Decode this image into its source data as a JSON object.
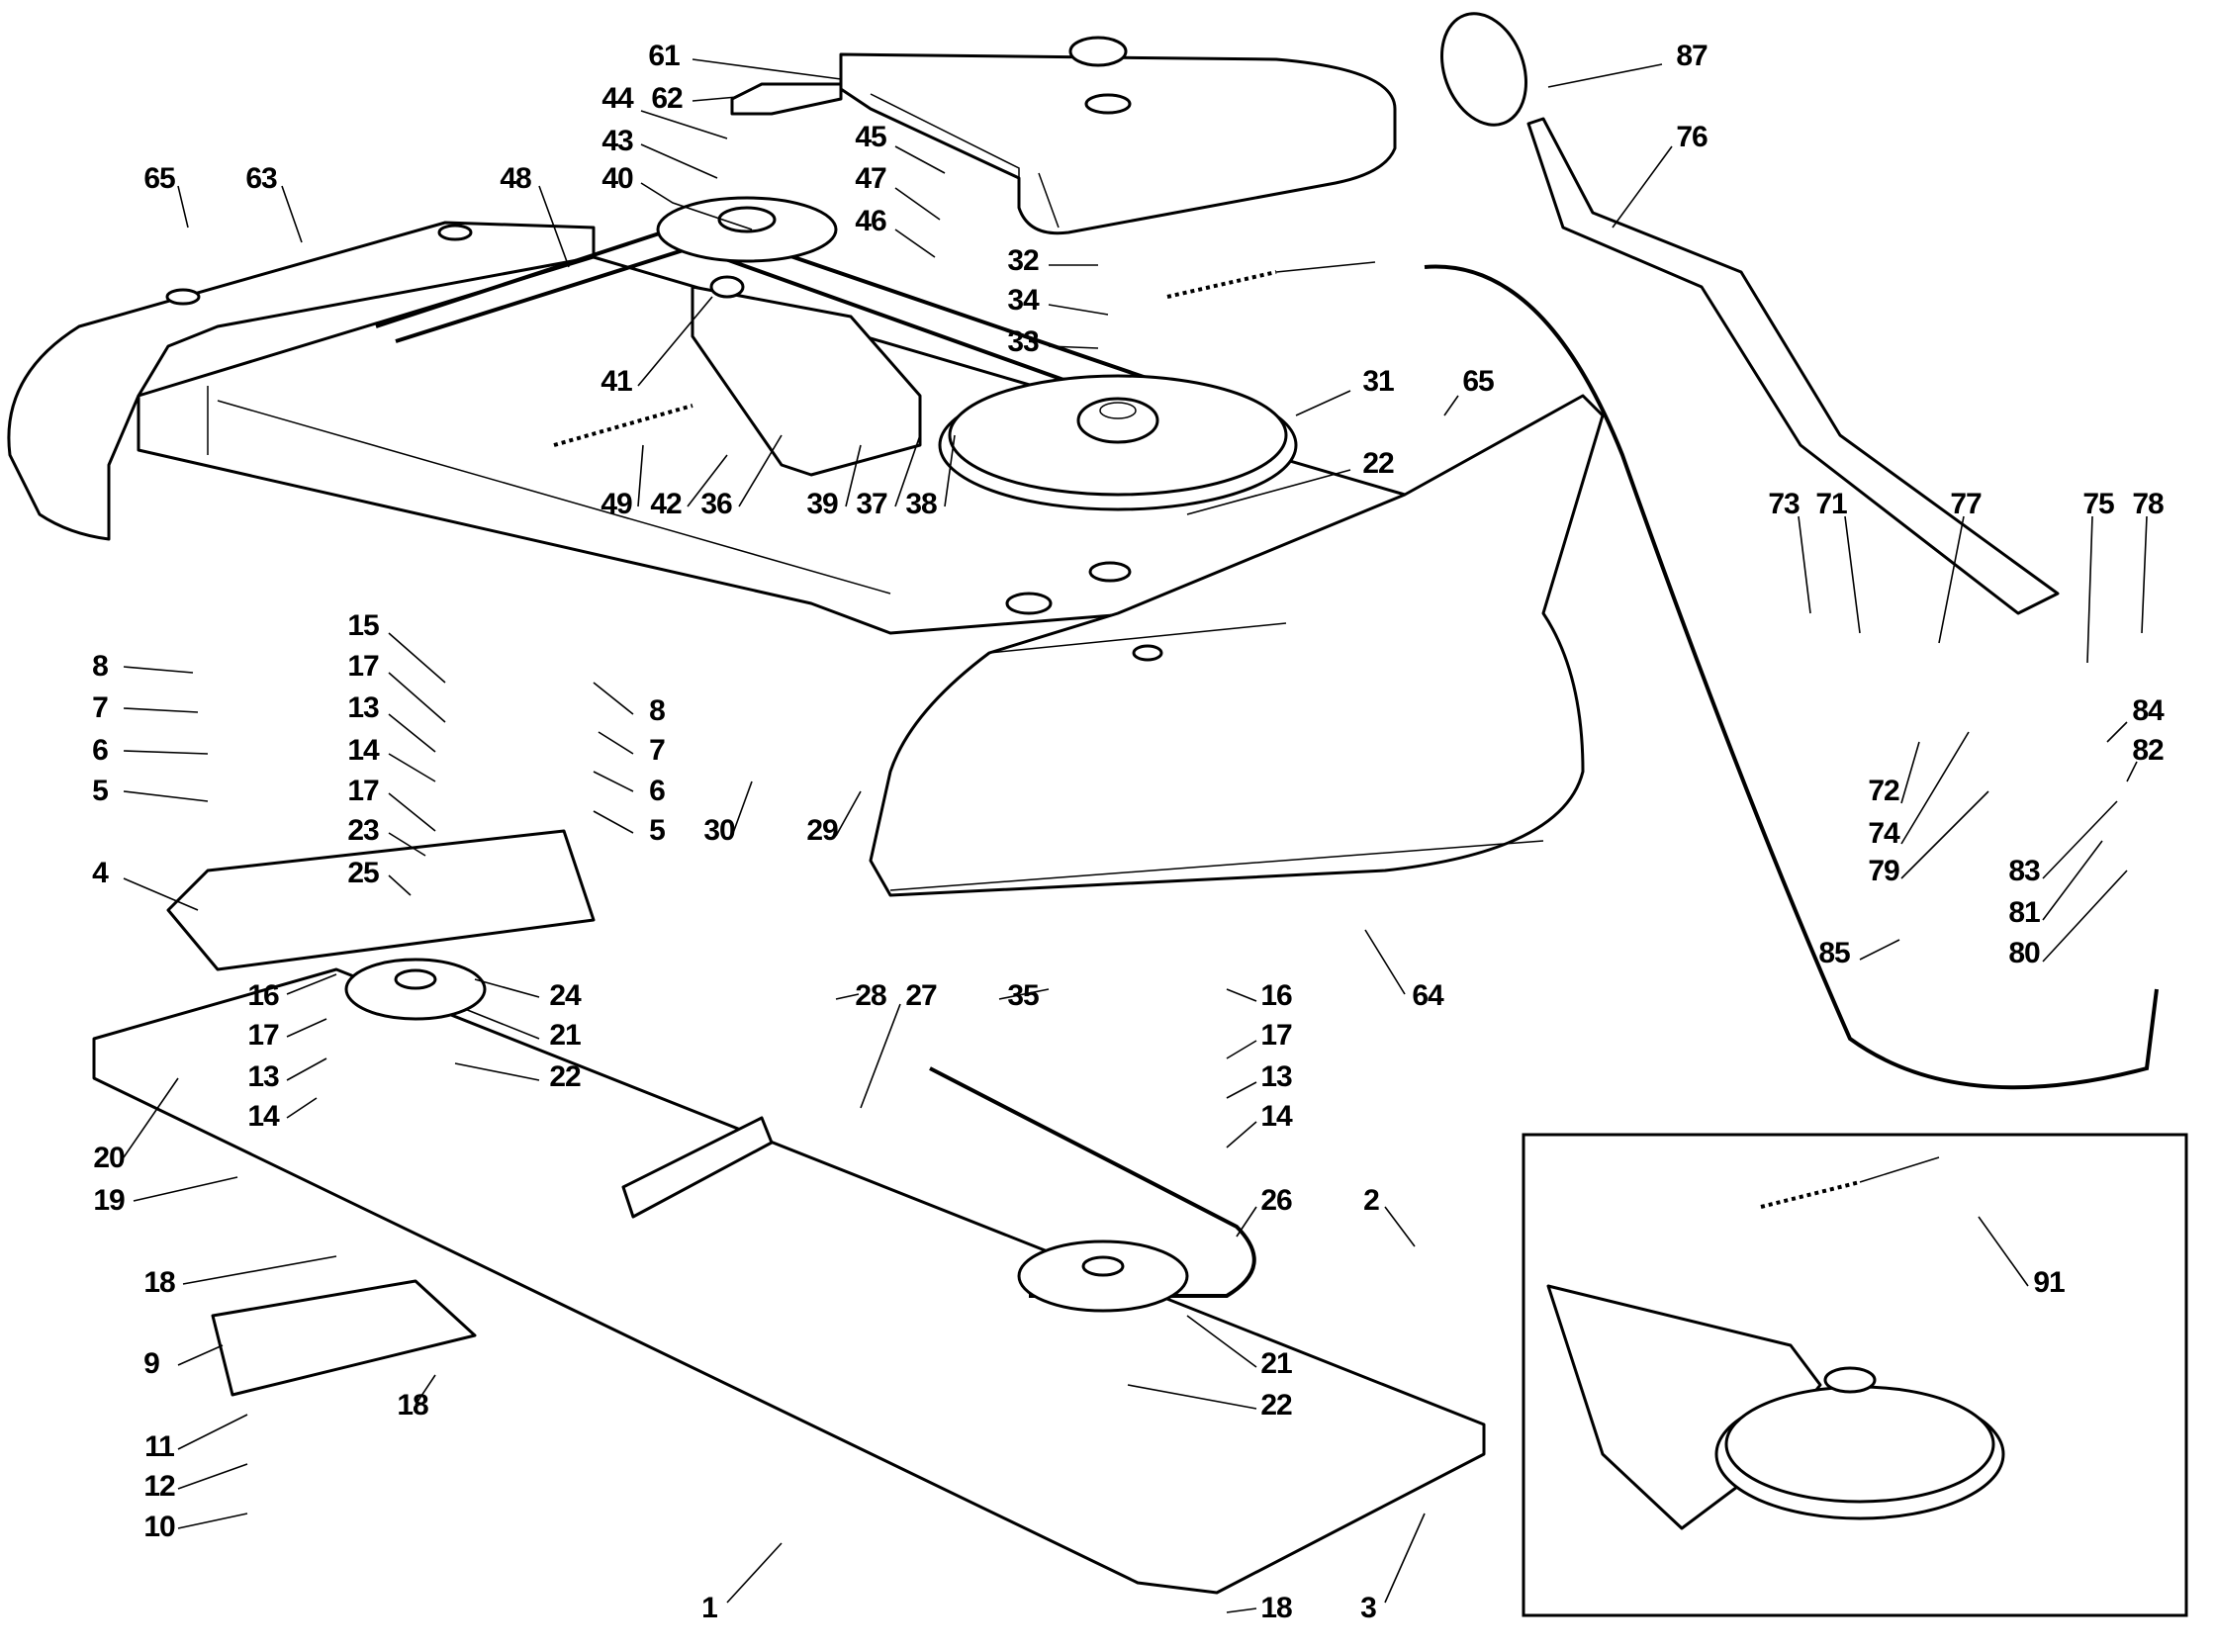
{
  "diagram": {
    "title": "Cutting deck drive assembly - exploded parts view",
    "inset_label": "91",
    "callouts": [
      {
        "id": "c61",
        "text": "61"
      },
      {
        "id": "c62",
        "text": "62"
      },
      {
        "id": "c44",
        "text": "44"
      },
      {
        "id": "c43",
        "text": "43"
      },
      {
        "id": "c40",
        "text": "40"
      },
      {
        "id": "c45",
        "text": "45"
      },
      {
        "id": "c47",
        "text": "47"
      },
      {
        "id": "c46",
        "text": "46"
      },
      {
        "id": "c65a",
        "text": "65"
      },
      {
        "id": "c63",
        "text": "63"
      },
      {
        "id": "c48",
        "text": "48"
      },
      {
        "id": "c32",
        "text": "32"
      },
      {
        "id": "c34",
        "text": "34"
      },
      {
        "id": "c33",
        "text": "33"
      },
      {
        "id": "c31",
        "text": "31"
      },
      {
        "id": "c65b",
        "text": "65"
      },
      {
        "id": "c22a",
        "text": "22"
      },
      {
        "id": "c41",
        "text": "41"
      },
      {
        "id": "c49",
        "text": "49"
      },
      {
        "id": "c42",
        "text": "42"
      },
      {
        "id": "c36",
        "text": "36"
      },
      {
        "id": "c39",
        "text": "39"
      },
      {
        "id": "c37",
        "text": "37"
      },
      {
        "id": "c38",
        "text": "38"
      },
      {
        "id": "c87",
        "text": "87"
      },
      {
        "id": "c76",
        "text": "76"
      },
      {
        "id": "c73",
        "text": "73"
      },
      {
        "id": "c71",
        "text": "71"
      },
      {
        "id": "c77",
        "text": "77"
      },
      {
        "id": "c75",
        "text": "75"
      },
      {
        "id": "c78",
        "text": "78"
      },
      {
        "id": "c84",
        "text": "84"
      },
      {
        "id": "c82",
        "text": "82"
      },
      {
        "id": "c72",
        "text": "72"
      },
      {
        "id": "c74",
        "text": "74"
      },
      {
        "id": "c79",
        "text": "79"
      },
      {
        "id": "c83",
        "text": "83"
      },
      {
        "id": "c81",
        "text": "81"
      },
      {
        "id": "c80",
        "text": "80"
      },
      {
        "id": "c85",
        "text": "85"
      },
      {
        "id": "c91",
        "text": "91"
      },
      {
        "id": "c8a",
        "text": "8"
      },
      {
        "id": "c7a",
        "text": "7"
      },
      {
        "id": "c6a",
        "text": "6"
      },
      {
        "id": "c5a",
        "text": "5"
      },
      {
        "id": "c4",
        "text": "4"
      },
      {
        "id": "c15",
        "text": "15"
      },
      {
        "id": "c17a",
        "text": "17"
      },
      {
        "id": "c13a",
        "text": "13"
      },
      {
        "id": "c14a",
        "text": "14"
      },
      {
        "id": "c17b",
        "text": "17"
      },
      {
        "id": "c23",
        "text": "23"
      },
      {
        "id": "c25",
        "text": "25"
      },
      {
        "id": "c8b",
        "text": "8"
      },
      {
        "id": "c7b",
        "text": "7"
      },
      {
        "id": "c6b",
        "text": "6"
      },
      {
        "id": "c5b",
        "text": "5"
      },
      {
        "id": "c30",
        "text": "30"
      },
      {
        "id": "c29",
        "text": "29"
      },
      {
        "id": "c16a",
        "text": "16"
      },
      {
        "id": "c24",
        "text": "24"
      },
      {
        "id": "c17c",
        "text": "17"
      },
      {
        "id": "c21a",
        "text": "21"
      },
      {
        "id": "c13c",
        "text": "13"
      },
      {
        "id": "c22b",
        "text": "22"
      },
      {
        "id": "c14c",
        "text": "14"
      },
      {
        "id": "c20",
        "text": "20"
      },
      {
        "id": "c19",
        "text": "19"
      },
      {
        "id": "c28",
        "text": "28"
      },
      {
        "id": "c27",
        "text": "27"
      },
      {
        "id": "c35",
        "text": "35"
      },
      {
        "id": "c16b",
        "text": "16"
      },
      {
        "id": "c64",
        "text": "64"
      },
      {
        "id": "c17d",
        "text": "17"
      },
      {
        "id": "c13d",
        "text": "13"
      },
      {
        "id": "c14d",
        "text": "14"
      },
      {
        "id": "c26",
        "text": "26"
      },
      {
        "id": "c2",
        "text": "2"
      },
      {
        "id": "c21b",
        "text": "21"
      },
      {
        "id": "c22c",
        "text": "22"
      },
      {
        "id": "c18a",
        "text": "18"
      },
      {
        "id": "c9",
        "text": "9"
      },
      {
        "id": "c18b",
        "text": "18"
      },
      {
        "id": "c11",
        "text": "11"
      },
      {
        "id": "c12",
        "text": "12"
      },
      {
        "id": "c10",
        "text": "10"
      },
      {
        "id": "c1",
        "text": "1"
      },
      {
        "id": "c18c",
        "text": "18"
      },
      {
        "id": "c3",
        "text": "3"
      }
    ]
  }
}
